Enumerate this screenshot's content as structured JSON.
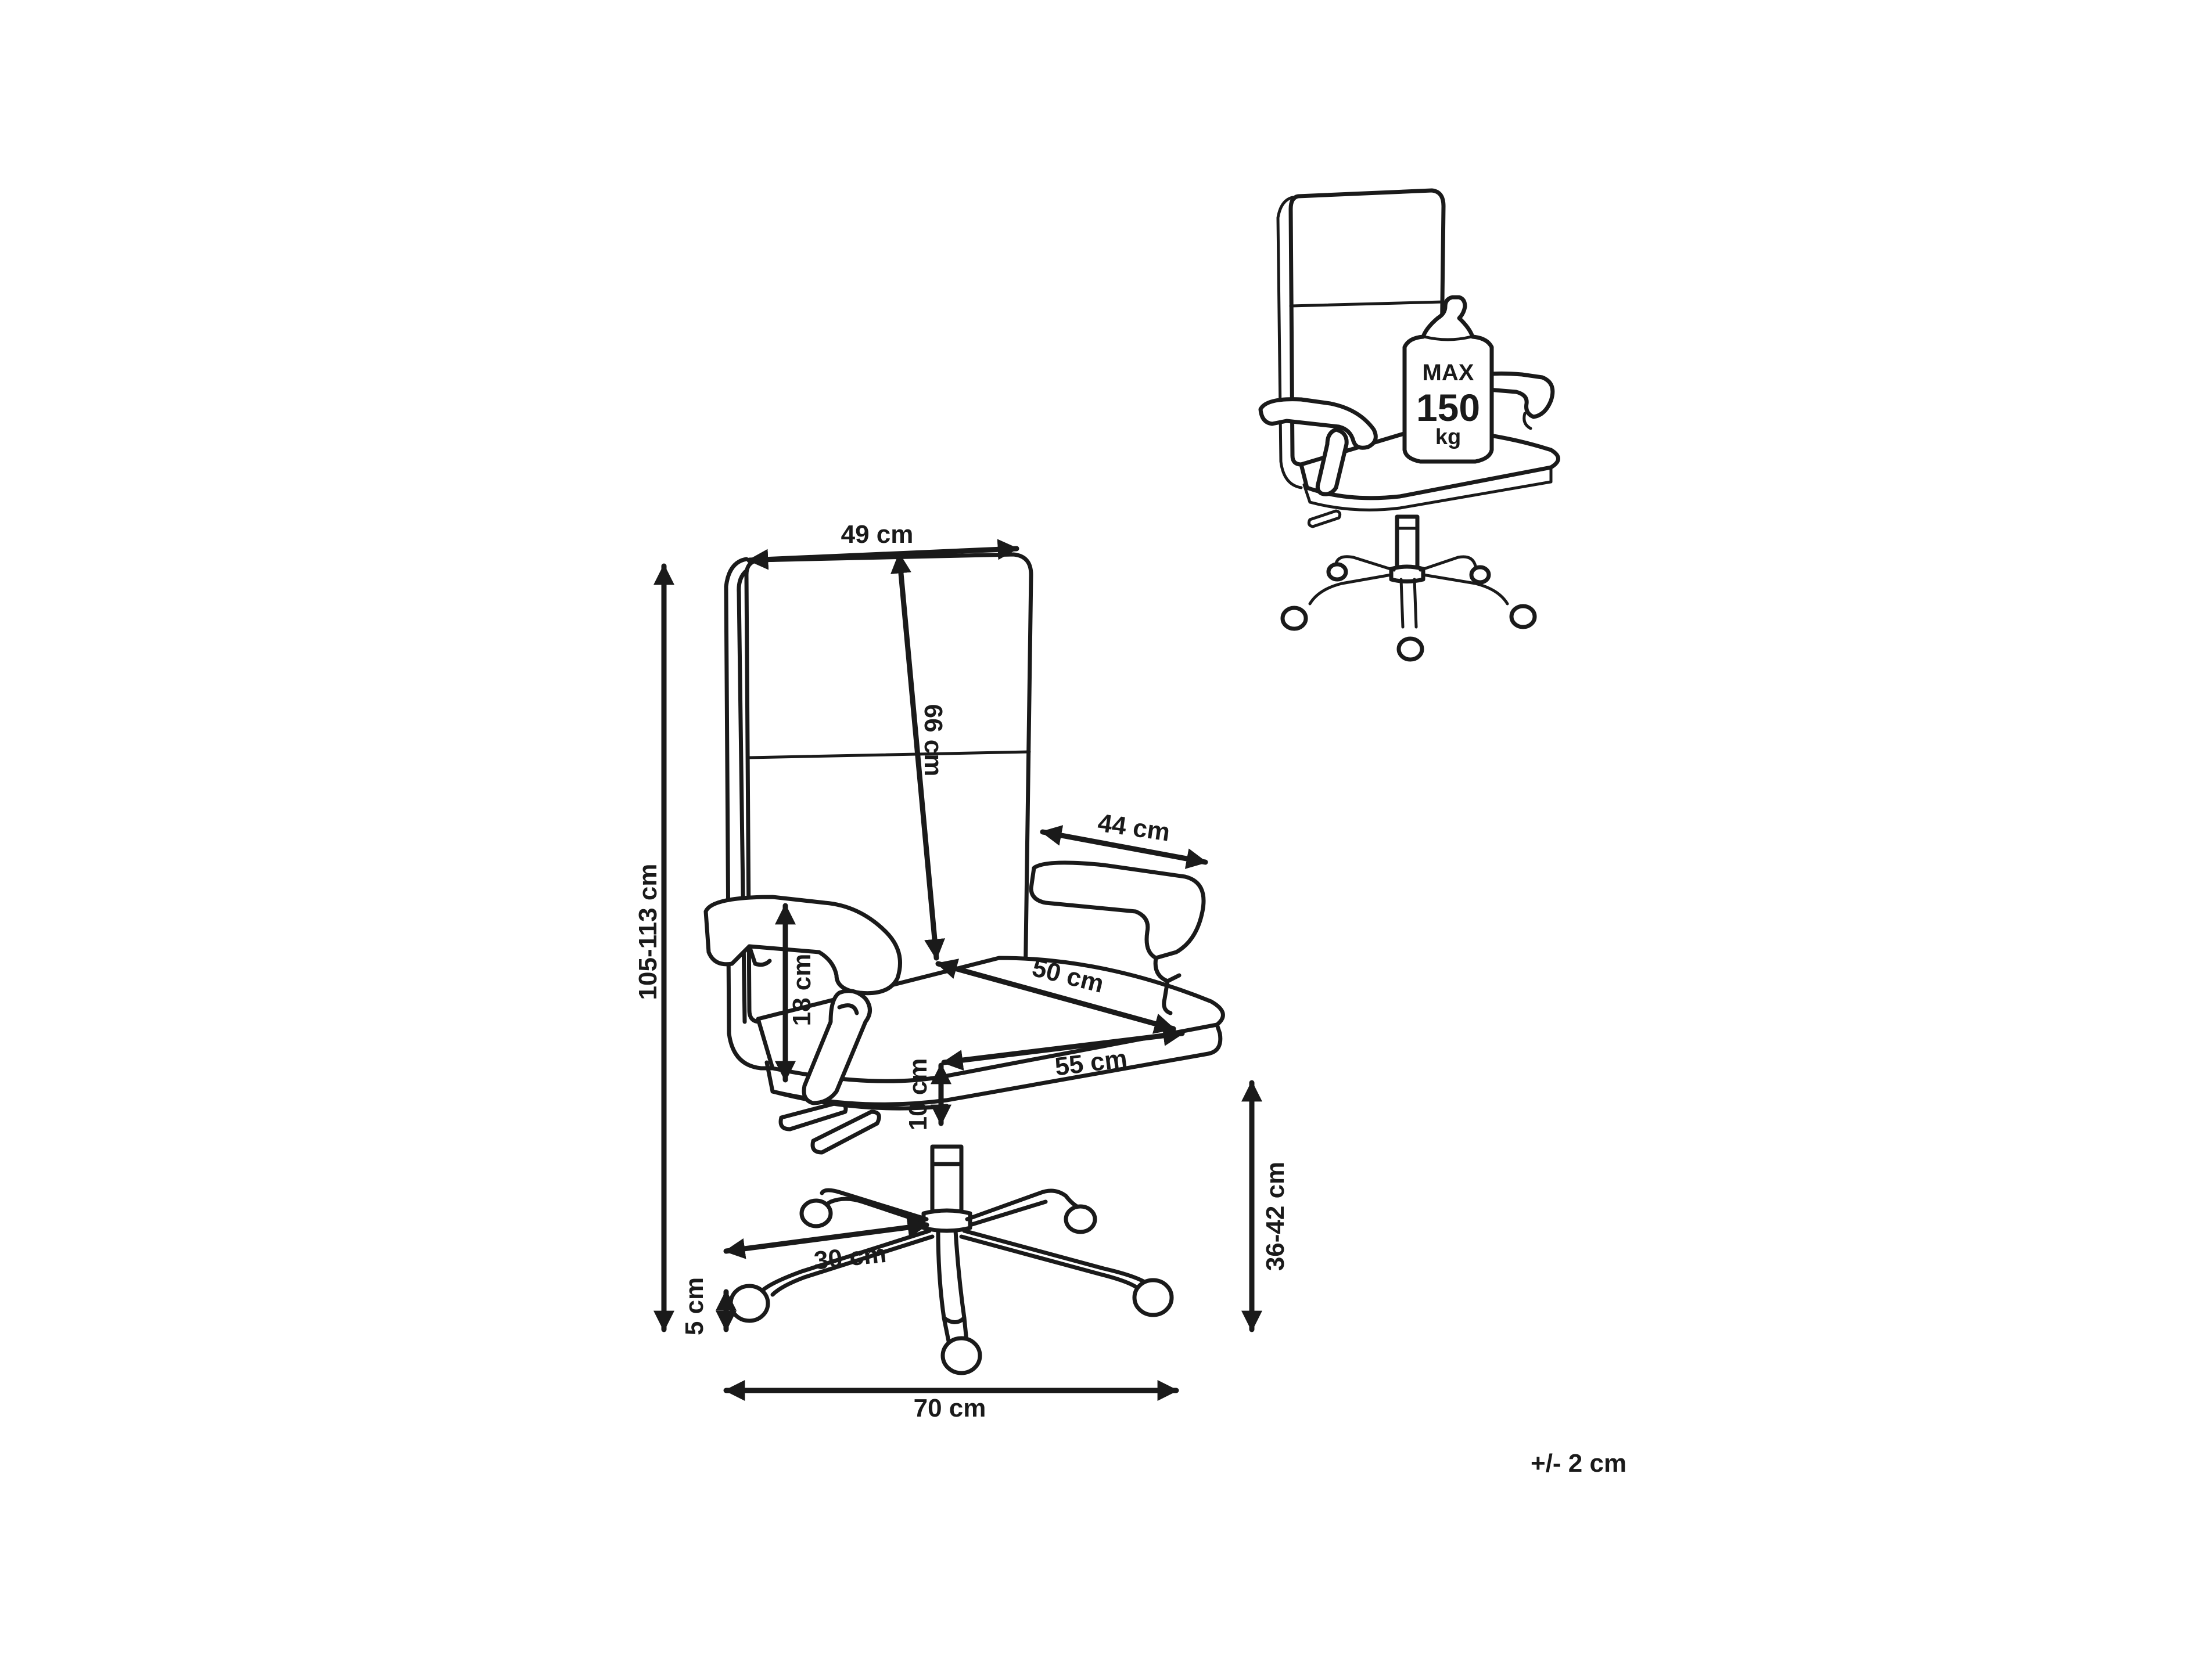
{
  "dimensions": {
    "back_width": "49 cm",
    "back_height": "66 cm",
    "total_height": "105-113 cm",
    "armrest_length": "44 cm",
    "armrest_height": "18 cm",
    "seat_depth": "50 cm",
    "seat_width": "55 cm",
    "seat_thickness": "10 cm",
    "base_radius": "30 cm",
    "wheel_height": "5 cm",
    "base_width": "70 cm",
    "seat_height": "36-42 cm"
  },
  "weight_badge": {
    "line1": "MAX",
    "line2": "150",
    "line3": "kg"
  },
  "tolerance": "+/- 2 cm"
}
